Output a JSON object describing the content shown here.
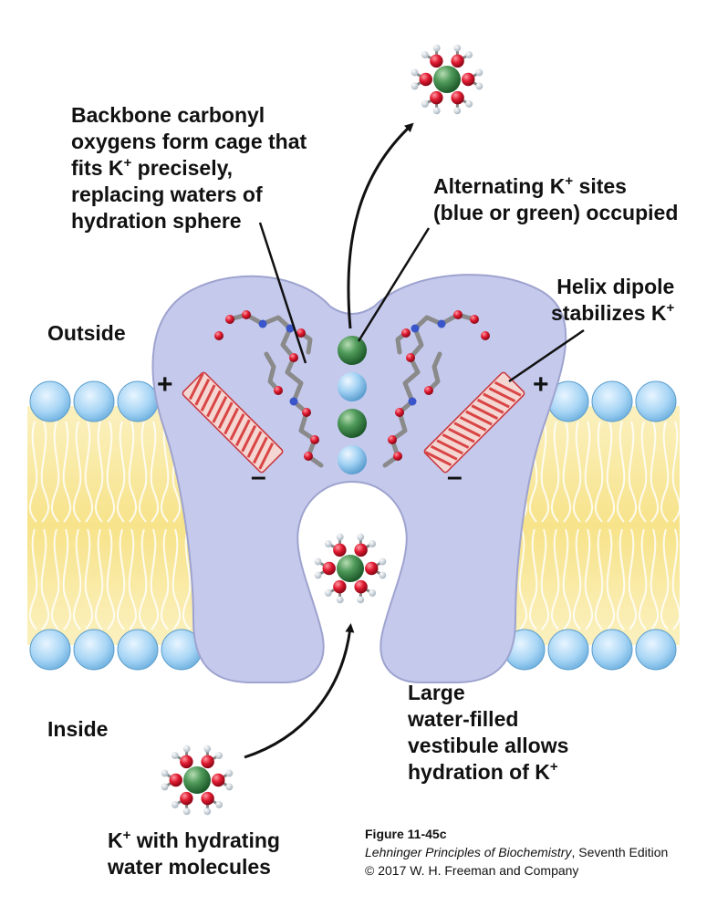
{
  "labels": {
    "cage": {
      "line1": "Backbone carbonyl",
      "line2": "oxygens form cage that",
      "line3_pre": "fits K",
      "line3_sup": "+",
      "line3_post": " precisely,",
      "line4": "replacing waters of",
      "line5": "hydration sphere"
    },
    "alternating": {
      "line1_pre": "Alternating K",
      "line1_sup": "+",
      "line1_post": " sites",
      "line2": "(blue or green) occupied"
    },
    "helix": {
      "line1": "Helix dipole",
      "line2_pre": "stabilizes K",
      "line2_sup": "+"
    },
    "outside": "Outside",
    "inside": "Inside",
    "vestibule": {
      "line1": "Large",
      "line2": "water-filled",
      "line3": "vestibule allows",
      "line4_pre": "hydration of K",
      "line4_sup": "+"
    },
    "hydrated_k": {
      "line1_pre": "K",
      "line1_sup": "+",
      "line1_post": " with hydrating",
      "line2": "water molecules"
    },
    "plus_sign": "+",
    "minus_sign": "–"
  },
  "caption": {
    "figure": "Figure 11-45c",
    "book_title": "Lehninger Principles of Biochemistry",
    "edition": ", Seventh Edition",
    "copyright": "© 2017 W. H. Freeman and Company"
  },
  "colors": {
    "channel_protein": "#c5c9ec",
    "channel_outline": "#9ea3cf",
    "lipid_head": "#9fd0f3",
    "lipid_tail_band": "#fbeda9",
    "helix_red": "#dd4b4b",
    "k_ion_green": "#2f7d3e",
    "k_site_blue": "#8cc7f0",
    "water_oxygen": "#d8122a",
    "water_hydrogen": "#e6edf2"
  }
}
